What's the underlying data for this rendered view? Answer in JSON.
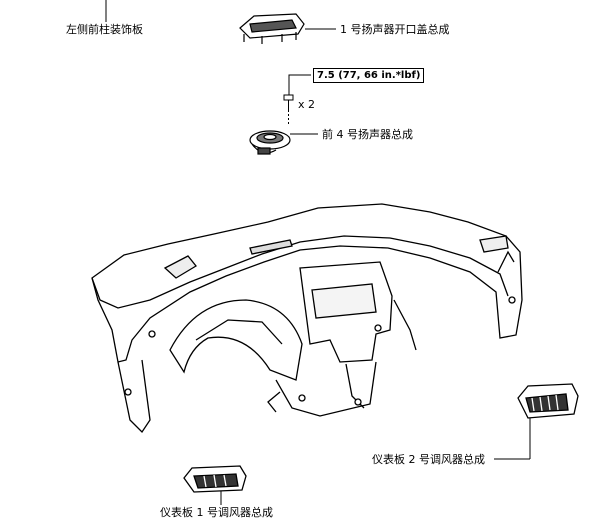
{
  "labels": {
    "left_front_pillar_garnish": "左侧前柱装饰板",
    "no1_speaker_opening_cover": "1 号扬声器开口盖总成",
    "front_no4_speaker": "前 4 号扬声器总成",
    "no2_register": "仪表板 2 号调风器总成",
    "no1_register": "仪表板 1 号调风器总成"
  },
  "fastener": {
    "torque": "7.5 (77, 66 in.*lbf)",
    "quantity": "x 2"
  },
  "colors": {
    "line": "#000000",
    "background": "#ffffff",
    "shade": "#333333"
  }
}
